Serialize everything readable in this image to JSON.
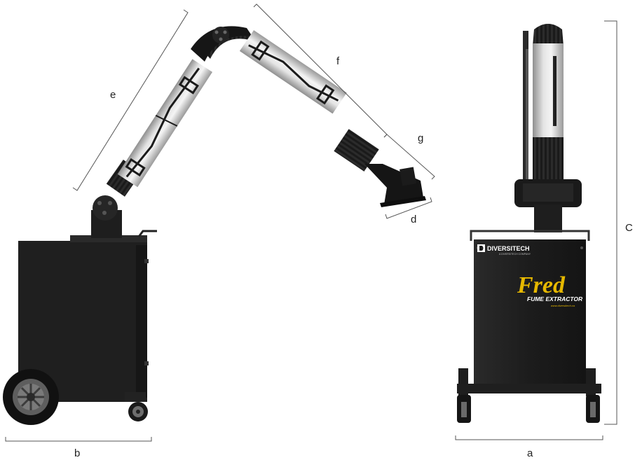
{
  "dimensions": {
    "a": "a",
    "b": "b",
    "c": "C",
    "d": "d",
    "e": "e",
    "f": "f",
    "g": "g"
  },
  "branding": {
    "company": "DIVERSITECH",
    "tagline": "A DIVERSITECH COMPANY",
    "product_name": "Fred",
    "product_type": "FUME EXTRACTOR",
    "website": "www.diversitech.ca"
  },
  "colors": {
    "body": "#1c1c1c",
    "accent": "#e6b800",
    "tube": "#c9c9c9",
    "dimension_line": "#555555"
  }
}
